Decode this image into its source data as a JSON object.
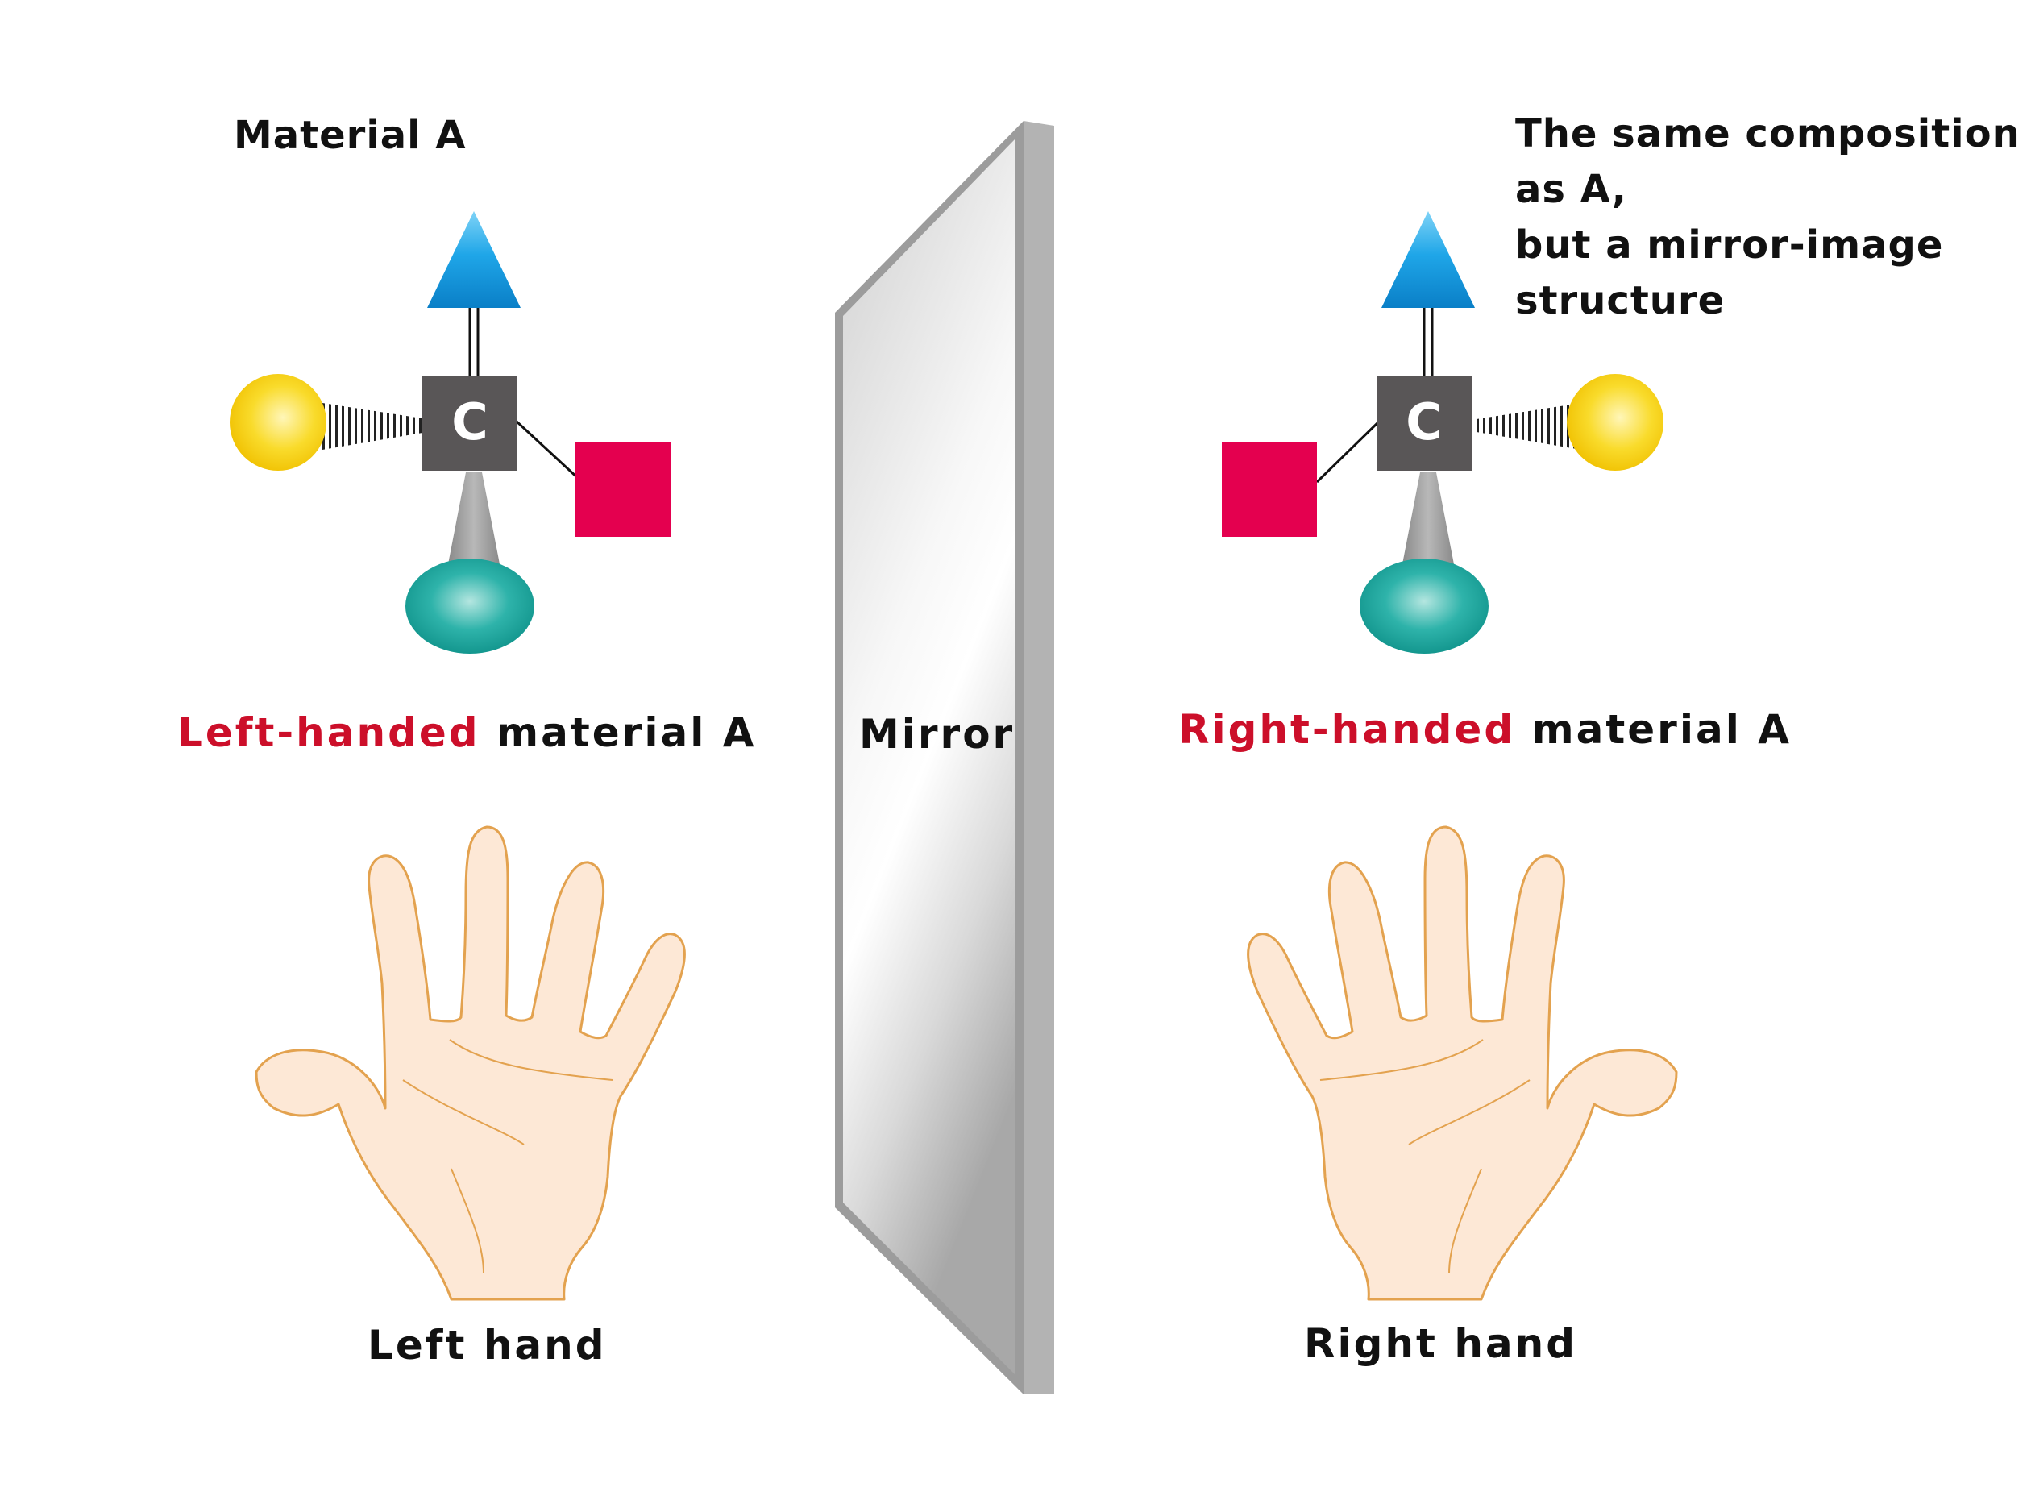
{
  "labels": {
    "material_a": "Material A",
    "note_lines": [
      "The same composition",
      "as A,",
      "but a mirror-image",
      "structure"
    ],
    "left_caption_red": "Left-handed",
    "left_caption_rest": " material A",
    "right_caption_red": "Right-handed",
    "right_caption_rest": " material A",
    "mirror": "Mirror",
    "left_hand": "Left hand",
    "right_hand": "Right hand",
    "carbon_left": "C",
    "carbon_right": "C"
  },
  "colors": {
    "carbon_box": "#595657",
    "triangle": "#1e9fe0",
    "sphere": "#f7d51f",
    "square": "#e4004f",
    "ellipse": "#1fa8a0",
    "accent_text": "#cc0f2a",
    "skin": "#fde8d6",
    "skin_outline": "#e3a24f",
    "mirror_face": "#d8d8d8",
    "mirror_edge": "#b0b0b0"
  },
  "icons": {
    "molecule_left": "tetrahedral-molecule-icon",
    "molecule_right": "tetrahedral-molecule-mirror-icon",
    "hand_left": "left-hand-icon",
    "hand_right": "right-hand-icon",
    "mirror": "mirror-panel-icon"
  }
}
